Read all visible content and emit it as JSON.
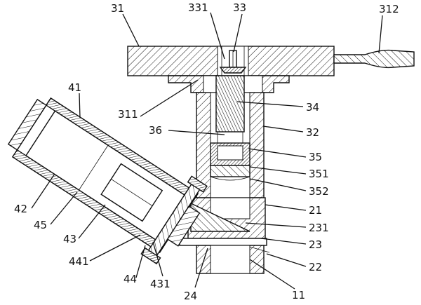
{
  "labels": {
    "l31": "31",
    "l331": "331",
    "l33": "33",
    "l312": "312",
    "l41": "41",
    "l311": "311",
    "l34": "34",
    "l36": "36",
    "l32": "32",
    "l35": "35",
    "l351": "351",
    "l352": "352",
    "l42": "42",
    "l21": "21",
    "l45": "45",
    "l231": "231",
    "l43": "43",
    "l23": "23",
    "l441": "441",
    "l22": "22",
    "l44": "44",
    "l431": "431",
    "l24": "24",
    "l11": "11"
  },
  "colors": {
    "line": "#111111",
    "background": "#ffffff"
  }
}
